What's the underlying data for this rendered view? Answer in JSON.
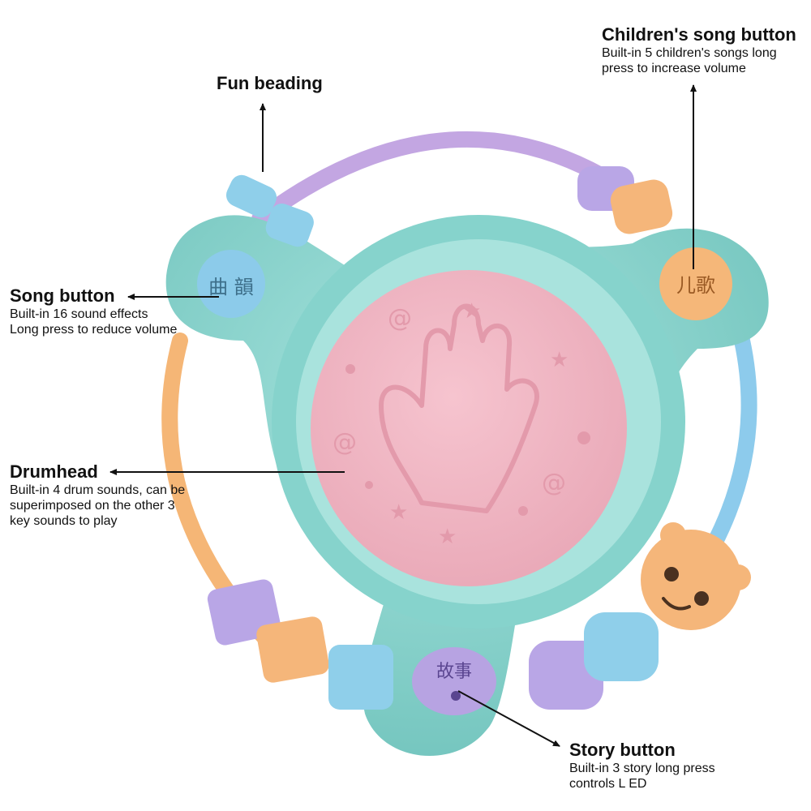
{
  "colors": {
    "teal_body": "#8fd6cf",
    "drum_pink": "#f0b4c0",
    "purple_ring": "#c3a6e2",
    "orange_ring": "#f5b676",
    "blue_ring": "#8dcbec",
    "bead_blue": "#8fcfea",
    "bead_purple": "#b9a6e6",
    "bead_orange": "#f5b67a",
    "arrow": "#111111"
  },
  "toy": {
    "song_button_glyphs": "曲 韻",
    "children_song_glyphs": "儿歌",
    "story_button_glyphs": "故事"
  },
  "callouts": {
    "fun_beading": {
      "title": "Fun beading"
    },
    "children_song": {
      "title": "Children's song button",
      "desc": "Built-in 5 children's songs long press to increase volume"
    },
    "song_button": {
      "title": "Song button",
      "desc": "Built-in 16 sound effects Long press to reduce volume"
    },
    "drumhead": {
      "title": "Drumhead",
      "desc": "Built-in 4 drum sounds, can be superimposed on the other 3 key sounds to play"
    },
    "story_button": {
      "title": "Story button",
      "desc": "Built-in 3 story long press controls L ED"
    }
  }
}
